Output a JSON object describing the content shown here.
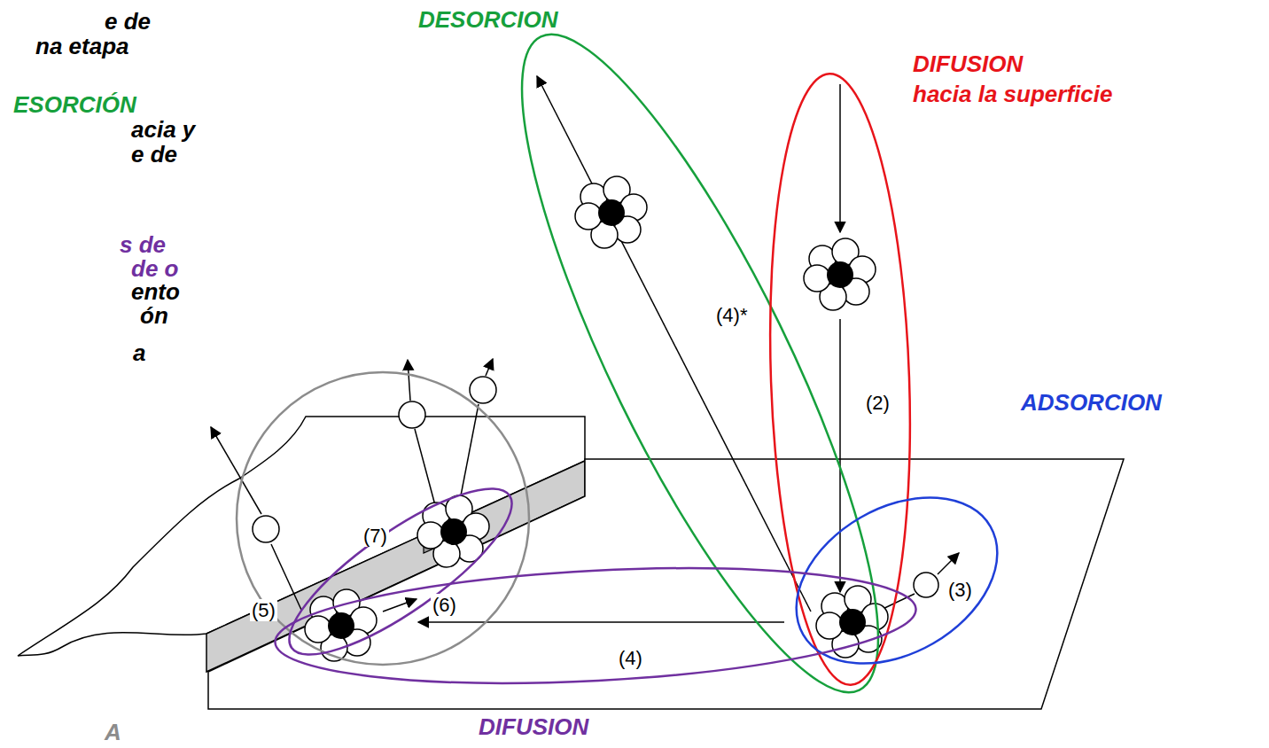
{
  "diagram": {
    "labels": [
      "e de",
      "na etapa",
      "ESORCIÓN",
      "acia y",
      "e de",
      "s de",
      "de o",
      "ento",
      "ón",
      "a",
      "A",
      "DESORCION",
      "DIFUSION",
      "hacia la superficie",
      "(4)*",
      "(2)",
      "ADSORCION",
      "(7)",
      "(3)",
      "(6)",
      "(5)",
      "(4)",
      "DIFUSION"
    ]
  }
}
